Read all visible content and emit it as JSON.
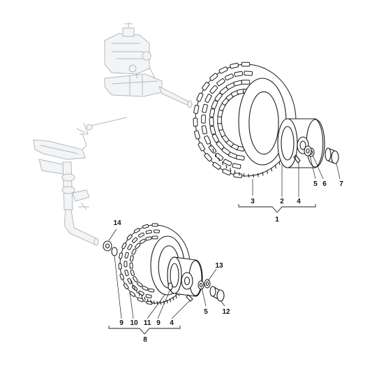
{
  "callouts": {
    "upper": {
      "c1": "1",
      "c2": "2",
      "c3": "3",
      "c4": "4",
      "c5": "5",
      "c6": "6",
      "c7": "7"
    },
    "lower": {
      "c4": "4",
      "c5": "5",
      "c8": "8",
      "c9a": "9",
      "c9b": "9",
      "c10": "10",
      "c11": "11",
      "c12": "12",
      "c13": "13",
      "c14": "14"
    }
  },
  "colors": {
    "ink": "#1c1c1c",
    "ghost": "#b4b9bd",
    "background": "#ffffff"
  }
}
